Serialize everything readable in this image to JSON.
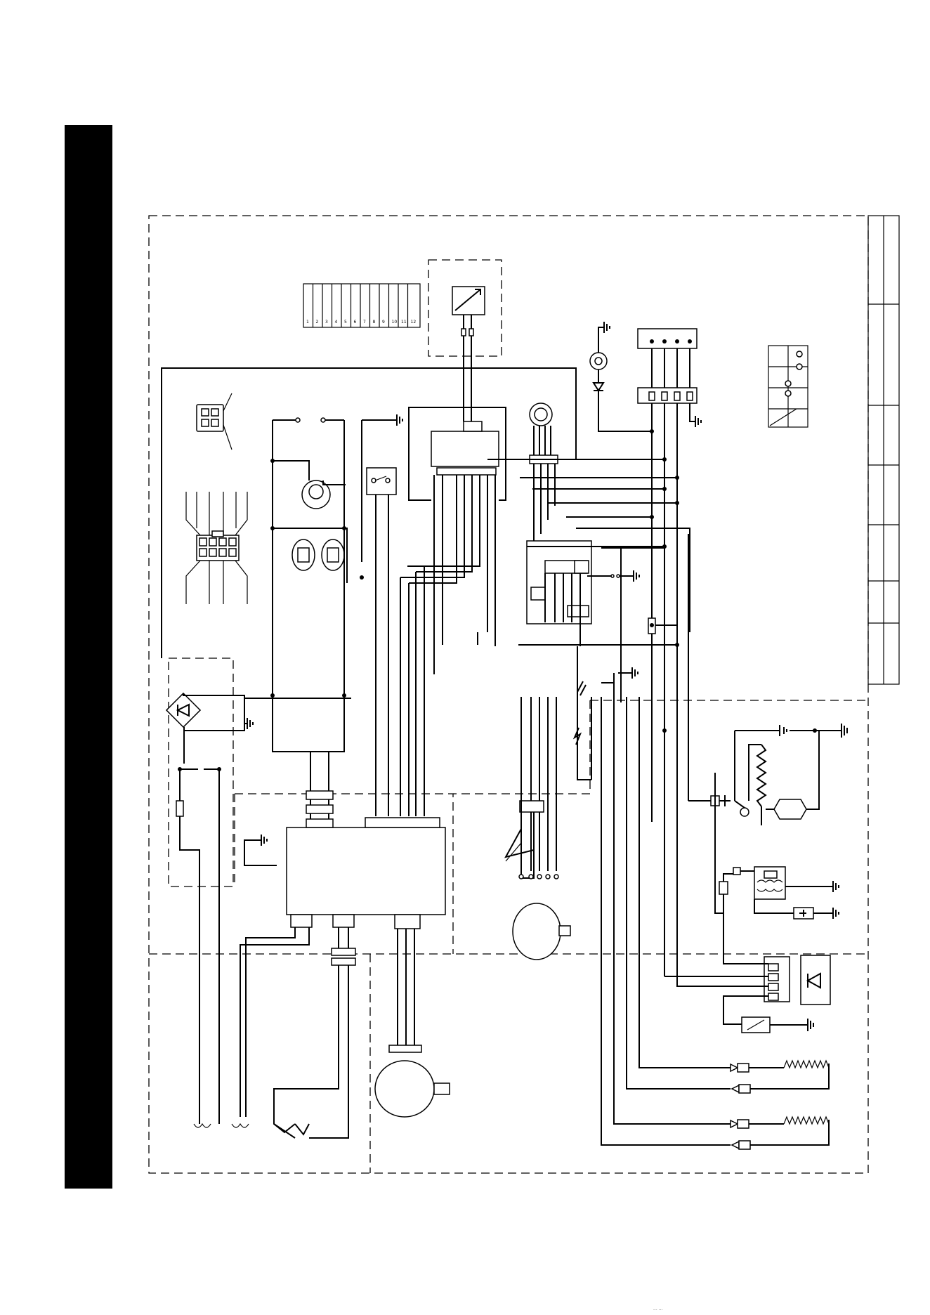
{
  "sidebar": {
    "color": "#000000"
  },
  "legend_rows": [
    "1",
    "2",
    "3",
    "4",
    "5",
    "6",
    "7",
    "8",
    "9",
    "10",
    "11",
    "12"
  ],
  "footer": {
    "text": "··· ···"
  }
}
